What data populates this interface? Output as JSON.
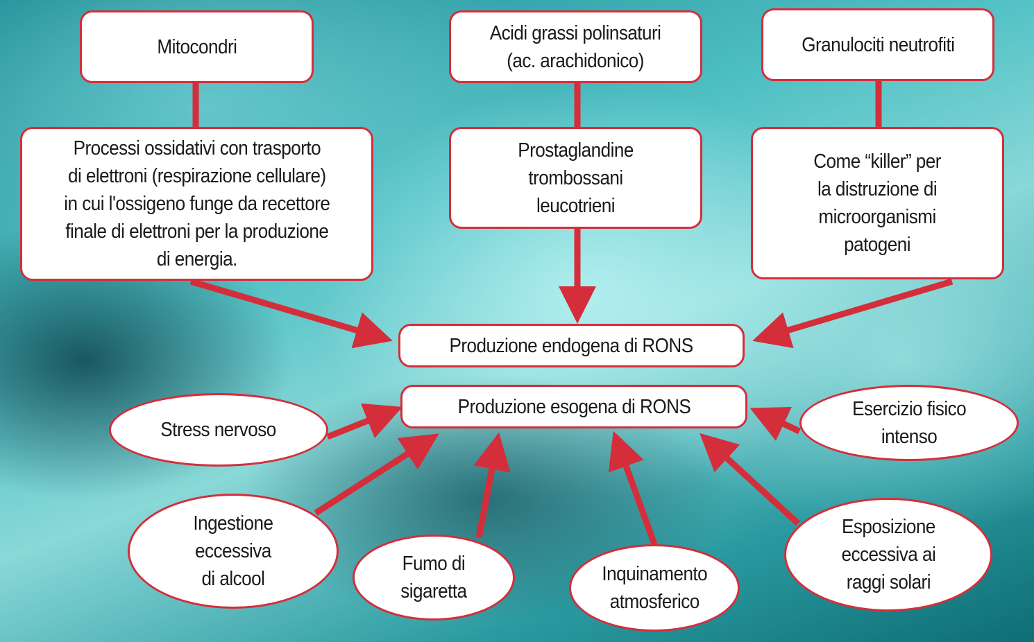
{
  "colors": {
    "accent": "#d42e3a",
    "node_fill": "#ffffff",
    "text": "#1a1a1a"
  },
  "nodes": {
    "mitocondri": "Mitocondri",
    "acidi": "Acidi grassi polinsaturi\n(ac. arachidonico)",
    "granulociti": "Granulociti neutrofiti",
    "processi": "Processi ossidativi con trasporto\ndi elettroni (respirazione cellulare)\nin cui l'ossigeno funge da recettore\nfinale di elettroni per la produzione\ndi energia.",
    "prostaglandine": "Prostaglandine\ntrombossani\nleucotrieni",
    "killer": "Come “killer” per\nla distruzione di\nmicroorganismi\npatogeni",
    "endogena": "Produzione endogena di RONS",
    "esogena": "Produzione esogena di RONS",
    "stress": "Stress nervoso",
    "alcool": "Ingestione\neccessiva\ndi alcool",
    "fumo": "Fumo di\nsigaretta",
    "inquinamento": "Inquinamento\natmosferico",
    "solari": "Esposizione\neccessiva ai\nraggi solari",
    "esercizio": "Esercizio fisico\nintenso"
  }
}
